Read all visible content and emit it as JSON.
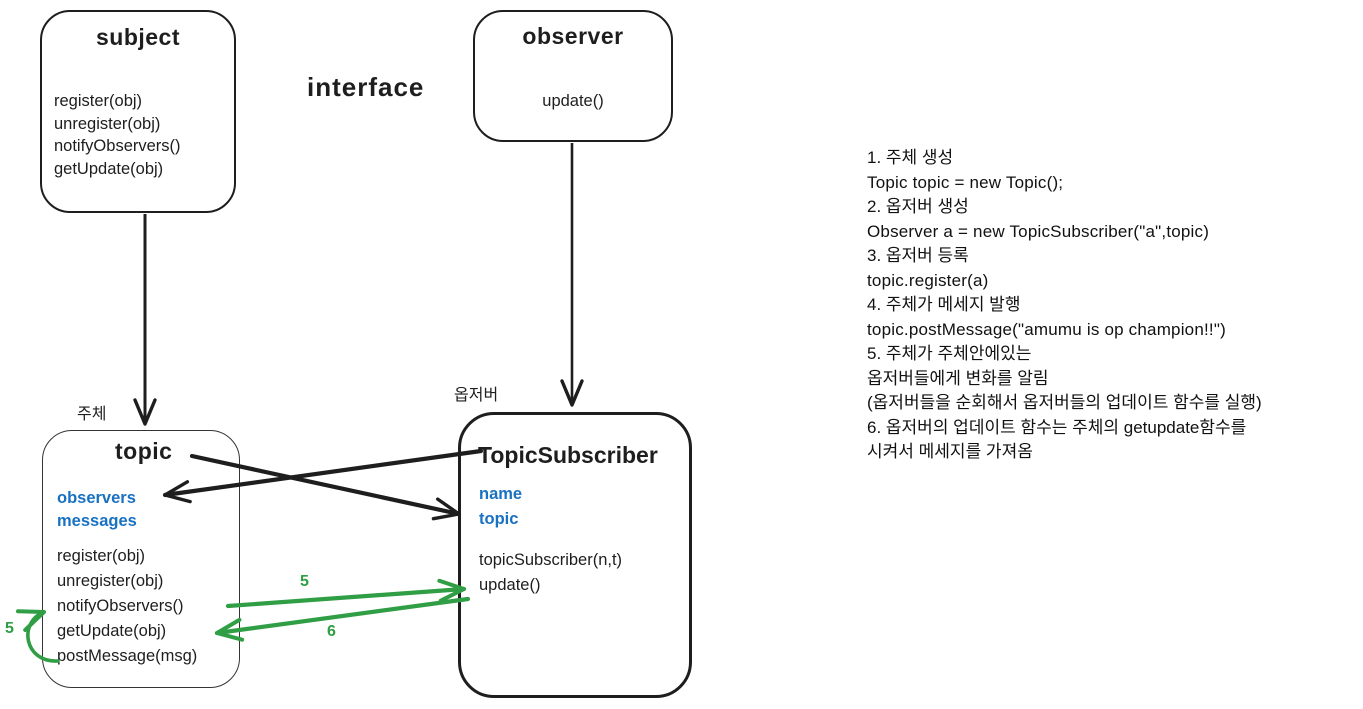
{
  "diagram_title": "observer-pattern-diagram",
  "colors": {
    "ink": "#1e1e1e",
    "attribute_blue": "#1971c2",
    "sequence_green": "#2f9e44"
  },
  "interface_label": "interface",
  "classes": {
    "subject": {
      "title": "subject",
      "methods": [
        "register(obj)",
        "unregister(obj)",
        "notifyObservers()",
        "getUpdate(obj)"
      ]
    },
    "observer": {
      "title": "observer",
      "methods": [
        "update()"
      ]
    },
    "topic": {
      "tag": "주체",
      "title": "topic",
      "attributes": [
        "observers",
        "messages"
      ],
      "methods": [
        "register(obj)",
        "unregister(obj)",
        "notifyObservers()",
        "getUpdate(obj)",
        "postMessage(msg)"
      ]
    },
    "topic_subscriber": {
      "tag": "옵저버",
      "title": "TopicSubscriber",
      "attributes": [
        "name",
        "topic"
      ],
      "methods": [
        "topicSubscriber(n,t)",
        "update()"
      ]
    }
  },
  "sequence_labels": {
    "loop_five": "5",
    "notify_five": "5",
    "getupdate_six": "6"
  },
  "notes": {
    "lines": [
      "1. 주체 생성",
      "Topic topic = new Topic();",
      "2. 옵저버 생성",
      "Observer a = new TopicSubscriber(\"a\",topic)",
      "3. 옵저버 등록",
      "topic.register(a)",
      "4. 주체가 메세지 발행",
      "topic.postMessage(\"amumu is op champion!!\")",
      "5. 주체가 주체안에있는",
      "옵저버들에게 변화를 알림",
      "(옵저버들을 순회해서 옵저버들의 업데이트 함수를 실행)",
      "6. 옵저버의 업데이트 함수는 주체의 getupdate함수를",
      "시켜서 메세지를 가져옴"
    ]
  }
}
